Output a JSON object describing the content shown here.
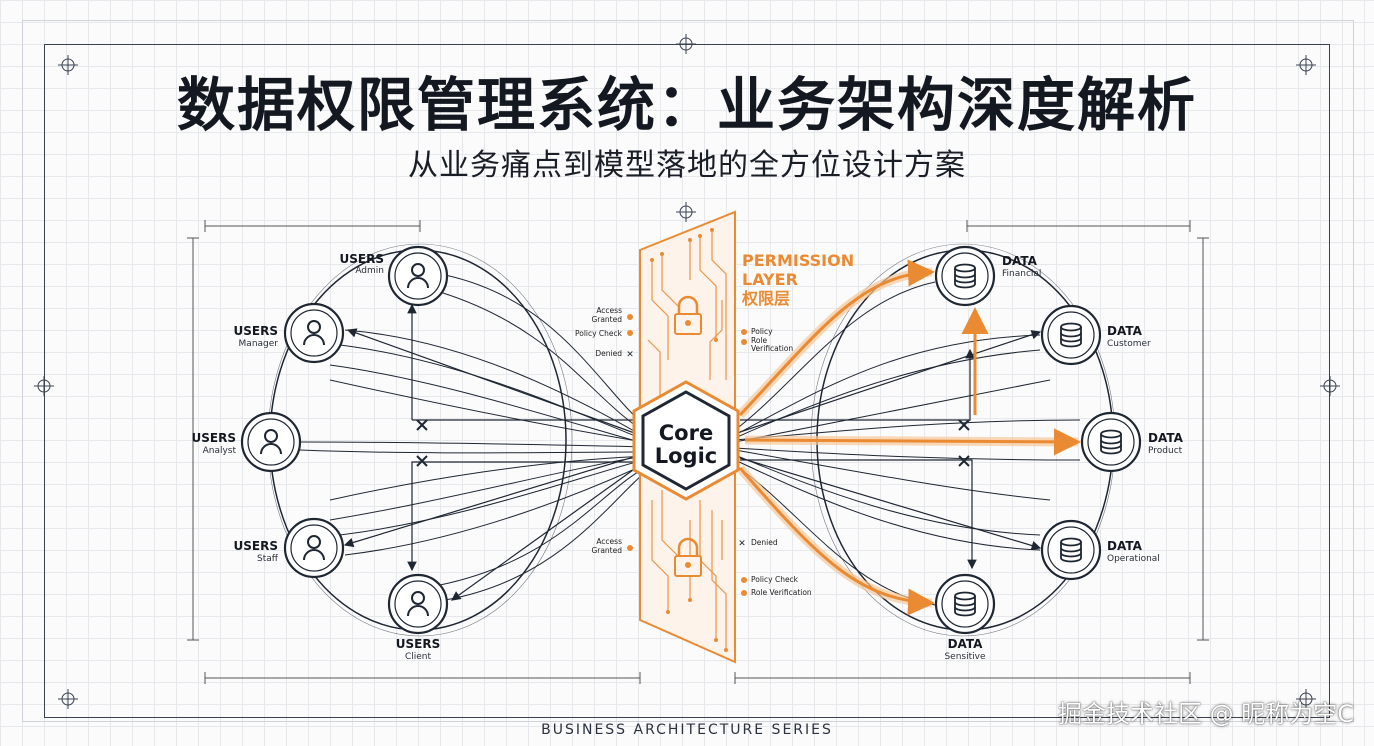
{
  "header": {
    "title": "数据权限管理系统：业务架构深度解析",
    "subtitle": "从业务痛点到模型落地的全方位设计方案"
  },
  "users": [
    {
      "label": "USERS",
      "role": "Admin"
    },
    {
      "label": "USERS",
      "role": "Manager"
    },
    {
      "label": "USERS",
      "role": "Analyst"
    },
    {
      "label": "USERS",
      "role": "Staff"
    },
    {
      "label": "USERS",
      "role": "Client"
    }
  ],
  "data_nodes": [
    {
      "label": "DATA",
      "type": "Financial"
    },
    {
      "label": "DATA",
      "type": "Customer"
    },
    {
      "label": "DATA",
      "type": "Product"
    },
    {
      "label": "DATA",
      "type": "Operational"
    },
    {
      "label": "DATA",
      "type": "Sensitive"
    }
  ],
  "permission_layer": {
    "line1": "PERMISSION",
    "line2": "LAYER",
    "line3": "权限层"
  },
  "core": {
    "line1": "Core",
    "line2": "Logic"
  },
  "checks_top_left": {
    "access": [
      "Access",
      "Granted"
    ],
    "policy": "Policy Check",
    "denied": "Denied"
  },
  "checks_top_right": {
    "policy": "Policy",
    "role": [
      "Role",
      "Verification"
    ]
  },
  "checks_bottom_left": {
    "access": [
      "Access",
      "Granted"
    ]
  },
  "checks_bottom_right": {
    "denied": "Denied",
    "policy": "Policy Check",
    "role": "Role Verification"
  },
  "footer": {
    "series": "BUSINESS ARCHITECTURE SERIES"
  },
  "watermark": "掘金技术社区 @ 昵称为空C",
  "colors": {
    "accent": "#ea8a33",
    "ink": "#1f2733",
    "grid": "#e6e8ec"
  },
  "icons": {
    "user": "user-icon",
    "data": "database-icon",
    "lock": "lock-icon"
  }
}
